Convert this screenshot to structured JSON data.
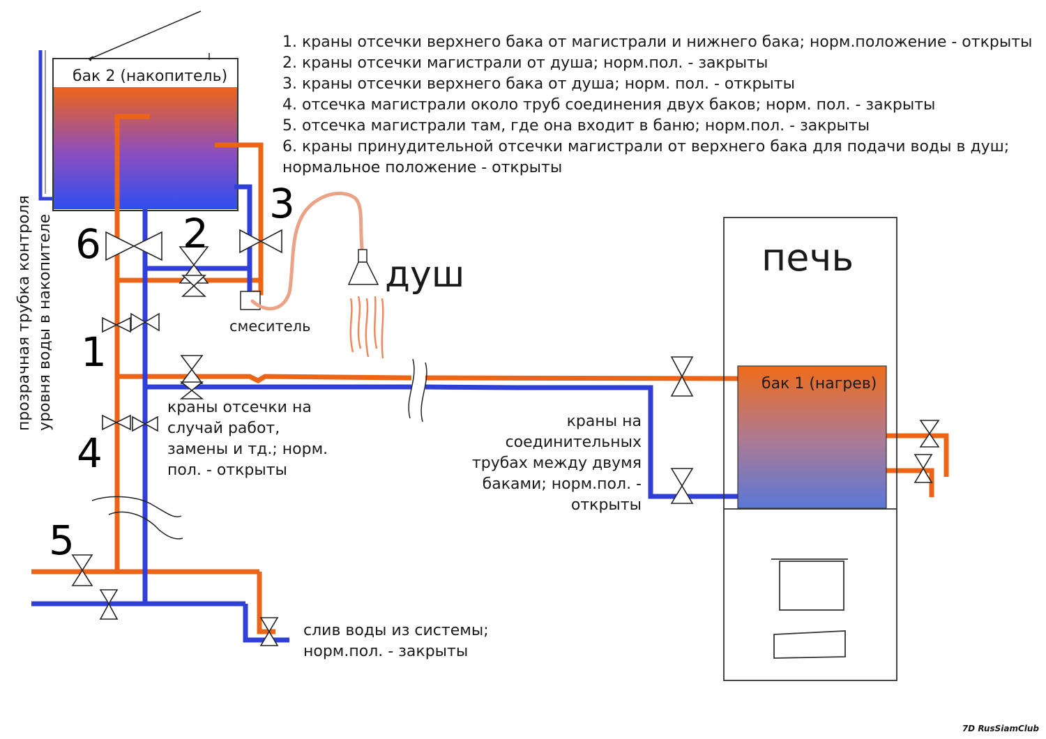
{
  "legend": [
    "1. краны отсечки верхнего бака от магистрали и нижнего бака; норм.положение - открыты",
    "2. краны отсечки магистрали от душа; норм.пол. - закрыты",
    "3. краны отсечки верхнего бака от душа; норм. пол. - открыты",
    "4. отсечка магистрали около труб соединения двух баков; норм. пол. - закрыты",
    "5. отсечка магистрали там, где она входит в баню; норм.пол. - закрыты",
    "6. краны принудительной отсечки магистрали от верхнего бака для подачи воды в душ;",
    "нормальное положение - открыты"
  ],
  "tank2_label": "бак 2 (накопитель)",
  "tank1_label": "бак 1 (нагрев)",
  "stove_label": "печь",
  "shower_label": "душ",
  "mixer_label": "смеситель",
  "vertical_note": [
    "прозрачная трубка контроля",
    "уровня воды в накопителе"
  ],
  "valve_numbers": [
    "1",
    "2",
    "3",
    "4",
    "5",
    "6"
  ],
  "note_cutoff": [
    "краны отсечки на",
    "случай работ,",
    "замены и тд.; норм.",
    "пол. - открыты"
  ],
  "note_connecting": [
    "краны на",
    "соединительных",
    "трубах между двумя",
    "баками; норм.пол. -",
    "открыты"
  ],
  "note_drain": [
    "слив воды из системы;",
    "норм.пол. - закрыты"
  ],
  "watermark": "7D RusSiamClub",
  "colors": {
    "hot": "#ec6416",
    "cold": "#2f3fd8",
    "hose": "#eaa386"
  }
}
